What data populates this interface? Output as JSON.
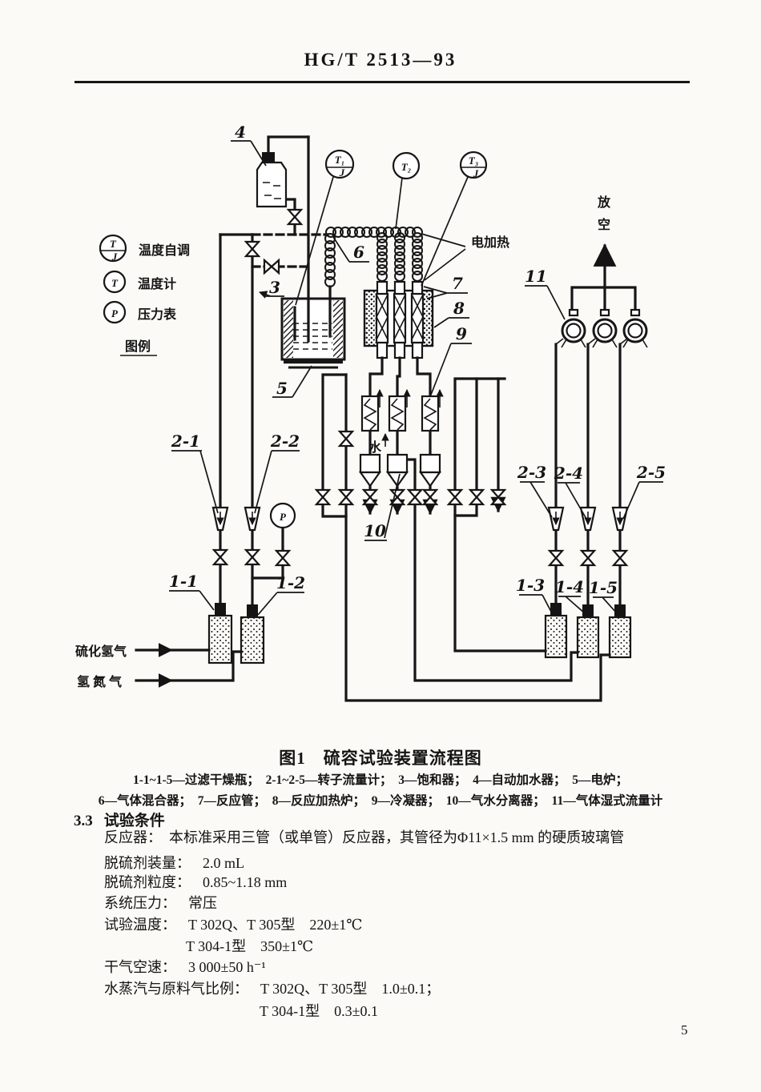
{
  "page": {
    "code": "HG/T 2513—93",
    "number": "5"
  },
  "figure": {
    "caption": "图1　硫容试验装置流程图",
    "legend_line1": "1-1~1-5—过滤干燥瓶；　2-1~2-5—转子流量计；　3—饱和器；　4—自动加水器；　5—电炉；",
    "legend_line2": "6—气体混合器；　7—反应管；　8—反应加热炉；　9—冷凝器；　10—气水分离器；　11—气体湿式流量计",
    "symbol_legend": {
      "title": "图例",
      "tj_top": "T",
      "tj_bottom": "J",
      "tj_label": "温度自调",
      "t": "T",
      "t_label": "温度计",
      "p": "P",
      "p_label": "压力表"
    },
    "instruments": {
      "t1": "T₁",
      "t1_sub": "J",
      "t2": "T₂",
      "t3": "T₃",
      "t3_sub": "J",
      "p": "P"
    },
    "labels": {
      "l3": "3",
      "l4": "4",
      "l5": "5",
      "l6": "6",
      "l7": "7",
      "l8": "8",
      "l9": "9",
      "l10": "10",
      "l11": "11",
      "r21": "2-1",
      "r22": "2-2",
      "r23": "2-3",
      "r24": "2-4",
      "r25": "2-5",
      "f11": "1-1",
      "f12": "1-2",
      "f13": "1-3",
      "f14": "1-4",
      "f15": "1-5"
    },
    "annotations": {
      "heating": "电加热",
      "vent_top": "放",
      "vent_bottom": "空",
      "water": "水",
      "h2s": "硫化氢气",
      "h2n2": "氢 氮 气"
    }
  },
  "section": {
    "number": "3.3",
    "title": "试验条件",
    "lines": [
      {
        "label": "反应器：",
        "value": "本标准采用三管（或单管）反应器，其管径为Φ11×1.5 mm 的硬质玻璃管"
      },
      {
        "label": "脱硫剂装量：",
        "value": "2.0 mL"
      },
      {
        "label": "脱硫剂粒度：",
        "value": "0.85~1.18 mm"
      },
      {
        "label": "系统压力：",
        "value": "常压"
      },
      {
        "label": "试验温度：",
        "value": "T 302Q、T 305型　220±1℃"
      },
      {
        "label": "",
        "value": "T 304-1型　350±1℃"
      },
      {
        "label": "干气空速：",
        "value": "3 000±50 h⁻¹"
      },
      {
        "label": "水蒸汽与原料气比例：",
        "value": "T 302Q、T 305型　1.0±0.1；"
      },
      {
        "label": "",
        "value": "T 304-1型　0.3±0.1"
      }
    ]
  }
}
